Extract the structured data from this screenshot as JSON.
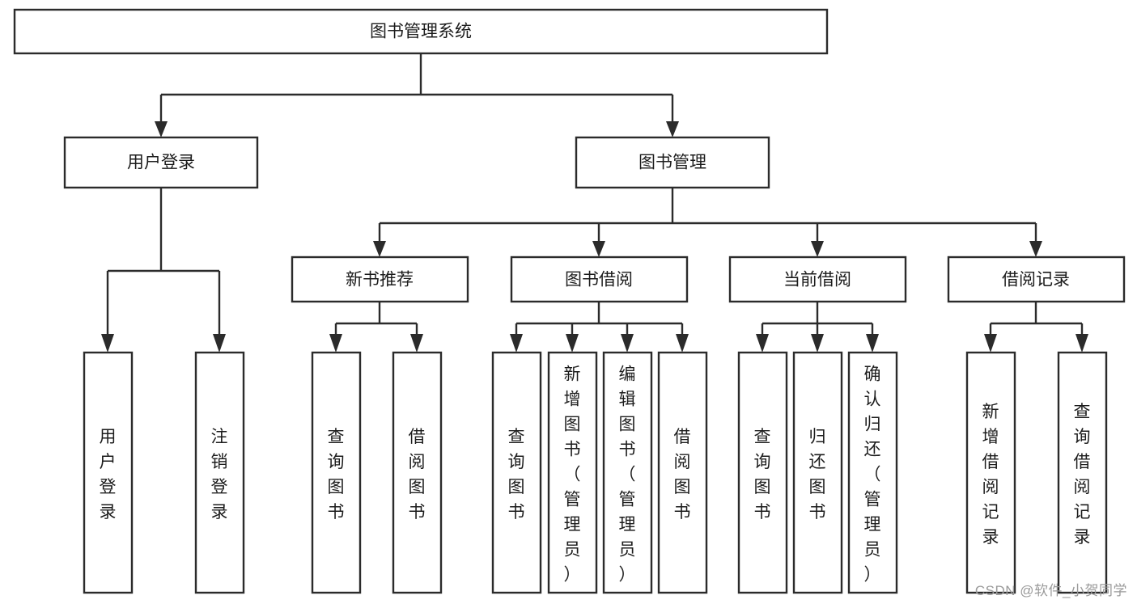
{
  "diagram": {
    "title": "图书管理系统",
    "style": {
      "box_fill": "#ffffff",
      "box_stroke": "#2b2b2b",
      "text_color": "#1c1c1c",
      "background": "#ffffff",
      "watermark_color": "#9a9a9a"
    },
    "root": {
      "label": "图书管理系统"
    },
    "level2": [
      {
        "label": "用户登录"
      },
      {
        "label": "图书管理"
      }
    ],
    "level3": [
      {
        "label": "新书推荐"
      },
      {
        "label": "图书借阅"
      },
      {
        "label": "当前借阅"
      },
      {
        "label": "借阅记录"
      }
    ],
    "leaves": {
      "user_login": [
        {
          "label": "用户登录"
        },
        {
          "label": "注销登录"
        }
      ],
      "new_book_recommend": [
        {
          "label": "查询图书"
        },
        {
          "label": "借阅图书"
        }
      ],
      "book_borrow": [
        {
          "label": "查询图书"
        },
        {
          "label": "新增图书（管理员）"
        },
        {
          "label": "编辑图书（管理员）"
        },
        {
          "label": "借阅图书"
        }
      ],
      "current_borrow": [
        {
          "label": "查询图书"
        },
        {
          "label": "归还图书"
        },
        {
          "label": "确认归还（管理员）"
        }
      ],
      "borrow_record": [
        {
          "label": "新增借阅记录"
        },
        {
          "label": "查询借阅记录"
        }
      ]
    }
  },
  "watermark": {
    "text": "CSDN @软件_小贺同学"
  }
}
